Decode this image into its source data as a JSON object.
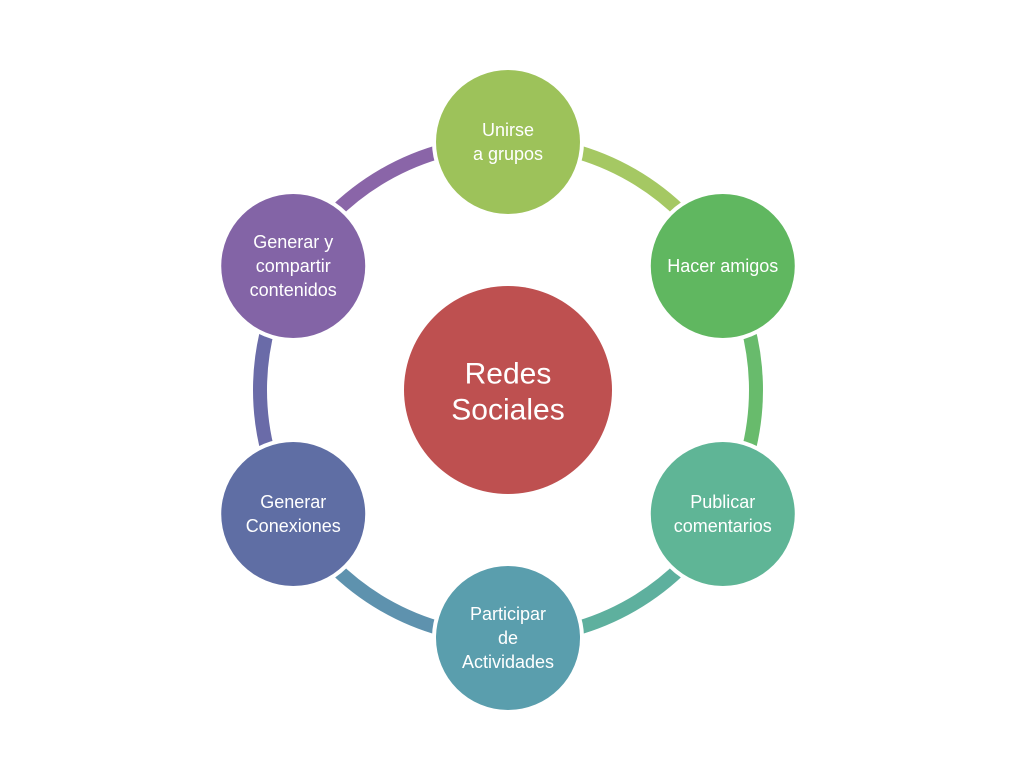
{
  "center": {
    "lines": [
      "Redes",
      "Sociales"
    ],
    "color": "#BE5050"
  },
  "nodes": [
    {
      "key": "unirse",
      "lines": [
        "Unirse",
        "a grupos"
      ],
      "color": "#9DC25A"
    },
    {
      "key": "amigos",
      "lines": [
        "Hacer amigos"
      ],
      "color": "#60B760"
    },
    {
      "key": "publicar",
      "lines": [
        "Publicar",
        "comentarios"
      ],
      "color": "#5FB596"
    },
    {
      "key": "participar",
      "lines": [
        "Participar",
        "de",
        "Actividades"
      ],
      "color": "#5A9EAD"
    },
    {
      "key": "conexiones",
      "lines": [
        "Generar",
        "Conexiones"
      ],
      "color": "#5F6EA4"
    },
    {
      "key": "contenidos",
      "lines": [
        "Generar y",
        "compartir",
        "contenidos"
      ],
      "color": "#8364A6"
    }
  ],
  "connectors": [
    {
      "from": "unirse",
      "to": "amigos",
      "color": "#A5C863"
    },
    {
      "from": "amigos",
      "to": "publicar",
      "color": "#68BB6C"
    },
    {
      "from": "publicar",
      "to": "participar",
      "color": "#5EB09E"
    },
    {
      "from": "participar",
      "to": "conexiones",
      "color": "#5E92AE"
    },
    {
      "from": "conexiones",
      "to": "contenidos",
      "color": "#6A6BA8"
    },
    {
      "from": "contenidos",
      "to": "unirse",
      "color": "#8A65A8"
    }
  ]
}
